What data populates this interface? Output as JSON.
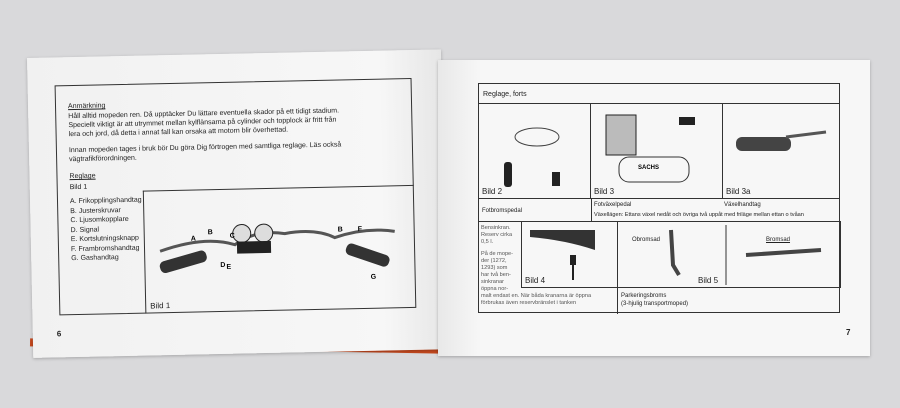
{
  "left_page": {
    "note_heading": "Anmärkning",
    "note_lines": [
      "Håll alltid mopeden ren. Då upptäcker Du lättare eventuella skador på ett tidigt stadium.",
      "Speciellt viktigt är att utrymmet mellan kylflänsarna på cylinder och topplock är fritt från",
      "lera och jord, då detta i annat fall kan orsaka att motorn blir överhettad."
    ],
    "intro_lines": [
      "Innan mopeden tages i bruk bör Du göra Dig förtrogen med samtliga reglage. Läs också",
      "vägtrafikförordningen."
    ],
    "section_heading": "Reglage",
    "figure_label": "Bild 1",
    "legend": [
      "A. Frikopplingshandtag",
      "B. Justerskruvar",
      "C. Ljusomkopplare",
      "D. Signal",
      "E. Kortslutningsknapp",
      "F. Frambromshandtag",
      "G. Gashandtag"
    ],
    "figure_letters": [
      "A",
      "B",
      "C",
      "D",
      "E",
      "B",
      "F",
      "G"
    ],
    "figure_caption": "Bild 1",
    "page_number": "6"
  },
  "right_page": {
    "heading": "Reglage, forts",
    "figures": [
      "Bild 2",
      "Bild 3",
      "Bild 3a",
      "Bild 4",
      "Bild 5"
    ],
    "engine_brand": "SACHS",
    "captions": {
      "fotbromspedal": "Fotbromspedal",
      "fotvaxelpedal": "Fotväxelpedal",
      "vaxelhandtag": "Växelhandtag",
      "vaxellagen": "Växellägen: Ettans växel nedåt och övriga två uppåt med friläge mellan ettan o tvåan"
    },
    "fuel_lines": [
      "Bensinkran.",
      "Reserv cirka",
      "0,5 l.",
      "",
      "På de mope-",
      "der (1272,",
      "1293) som",
      "har två ben-",
      "sinkranar",
      "öppna nor-"
    ],
    "fuel_bottom": [
      "malt endast en. När båda kranarna är öppna",
      "förbrukas även reservbränslet i tanken"
    ],
    "label_obromsad": "Obromsad",
    "label_bromsad": "Bromsad",
    "parking_lines": [
      "Parkeringsbroms",
      "(3-hjulig transportmoped)"
    ],
    "page_number": "7"
  }
}
